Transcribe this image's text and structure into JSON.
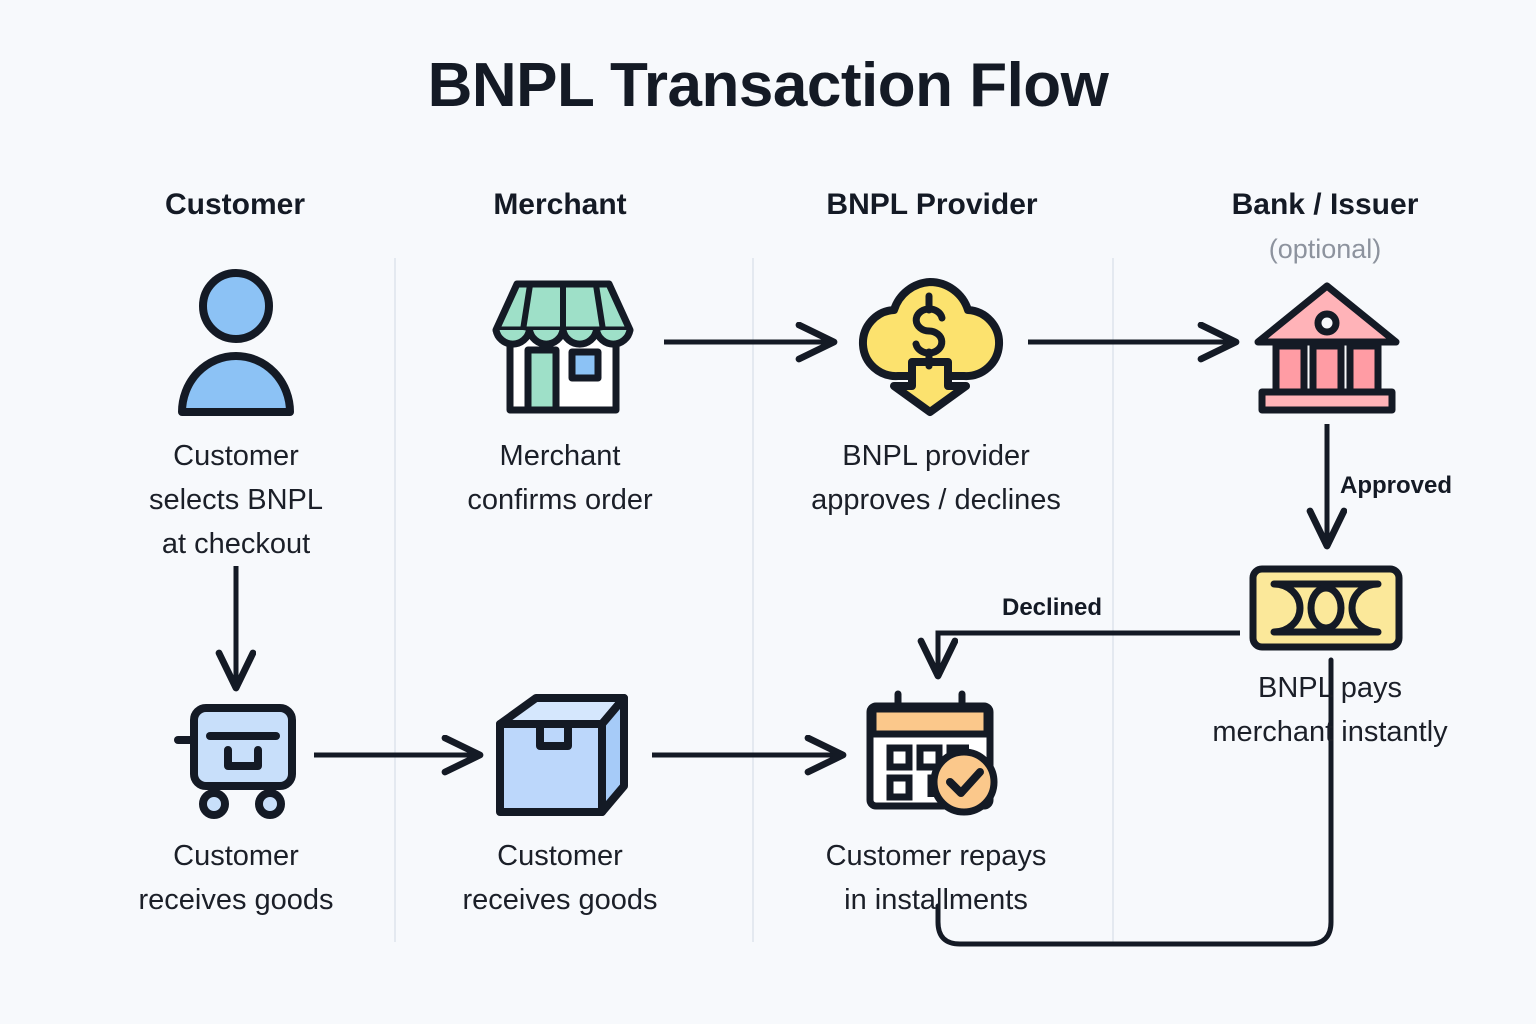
{
  "page": {
    "title": "BNPL Transaction Flow",
    "background_color": "#f7f9fc",
    "text_color": "#141a25",
    "stroke_color": "#141a25",
    "divider_color": "#e4e9f0"
  },
  "columns": [
    {
      "id": "customer",
      "label": "Customer",
      "subtitle": ""
    },
    {
      "id": "merchant",
      "label": "Merchant",
      "subtitle": ""
    },
    {
      "id": "bnpl_provider",
      "label": "BNPL Provider",
      "subtitle": ""
    },
    {
      "id": "bank_issuer",
      "label": "Bank / Issuer",
      "subtitle": "(optional)"
    }
  ],
  "nodes": [
    {
      "id": "customer-selects",
      "column": "customer",
      "row": "top",
      "icon": "person-icon",
      "icon_colors": {
        "fill": "#8cc2f5",
        "stroke": "#141a25"
      },
      "caption": "Customer\nselects BNPL\nat checkout"
    },
    {
      "id": "merchant-confirms",
      "column": "merchant",
      "row": "top",
      "icon": "storefront-icon",
      "icon_colors": {
        "fill": "#9ee0c8",
        "accent": "#8cc2f5",
        "body": "#ffffff",
        "stroke": "#141a25"
      },
      "caption": "Merchant\nconfirms order"
    },
    {
      "id": "bnpl-decision",
      "column": "bnpl_provider",
      "row": "top",
      "icon": "cloud-dollar-download-icon",
      "icon_colors": {
        "fill": "#fce26e",
        "stroke": "#141a25"
      },
      "caption": "BNPL provider\napproves / declines"
    },
    {
      "id": "bank-issuer",
      "column": "bank_issuer",
      "row": "top",
      "icon": "bank-building-icon",
      "icon_colors": {
        "fill": "#ffb3b8",
        "stroke": "#141a25"
      },
      "caption": ""
    },
    {
      "id": "bnpl-pays-merchant",
      "column": "bank_issuer",
      "row": "middle",
      "icon": "banknote-icon",
      "icon_colors": {
        "fill": "#fbe89a",
        "stroke": "#141a25"
      },
      "caption": "BNPL pays\nmerchant instantly"
    },
    {
      "id": "customer-cart",
      "column": "customer",
      "row": "bottom",
      "icon": "shopping-cart-icon",
      "icon_colors": {
        "fill": "#c8dffa",
        "stroke": "#141a25"
      },
      "caption": "Customer\nreceives goods"
    },
    {
      "id": "package-delivery",
      "column": "merchant",
      "row": "bottom",
      "icon": "package-box-icon",
      "icon_colors": {
        "fill": "#bcd7fb",
        "shade": "#a6cbf8",
        "top": "#d5e7fd",
        "stroke": "#141a25"
      },
      "caption": "Customer\nreceives goods"
    },
    {
      "id": "repayment-schedule",
      "column": "bnpl_provider",
      "row": "bottom",
      "icon": "calendar-check-icon",
      "icon_colors": {
        "fill": "#fbc88b",
        "body": "#ffffff",
        "stroke": "#141a25"
      },
      "caption": "Customer repays\nin installments"
    }
  ],
  "edges": [
    {
      "id": "merchant-to-bnpl",
      "from": "merchant-confirms",
      "to": "bnpl-decision",
      "label": "",
      "style": "straight-right"
    },
    {
      "id": "bnpl-to-bank",
      "from": "bnpl-decision",
      "to": "bank-issuer",
      "label": "",
      "style": "straight-right"
    },
    {
      "id": "bank-to-banknote",
      "from": "bank-issuer",
      "to": "bnpl-pays-merchant",
      "label": "Approved",
      "style": "straight-down"
    },
    {
      "id": "customer-to-cart",
      "from": "customer-selects",
      "to": "customer-cart",
      "label": "",
      "style": "straight-down"
    },
    {
      "id": "cart-to-package",
      "from": "customer-cart",
      "to": "package-delivery",
      "label": "",
      "style": "straight-right"
    },
    {
      "id": "package-to-calendar",
      "from": "package-delivery",
      "to": "repayment-schedule",
      "label": "",
      "style": "straight-right"
    },
    {
      "id": "declined-to-calendar",
      "from": "bnpl-decision",
      "to": "repayment-schedule",
      "label": "Declined",
      "style": "elbow-left-down"
    },
    {
      "id": "banknote-return-loop",
      "from": "bnpl-pays-merchant",
      "to": "repayment-schedule",
      "label": "",
      "style": "loop-bottom"
    }
  ]
}
